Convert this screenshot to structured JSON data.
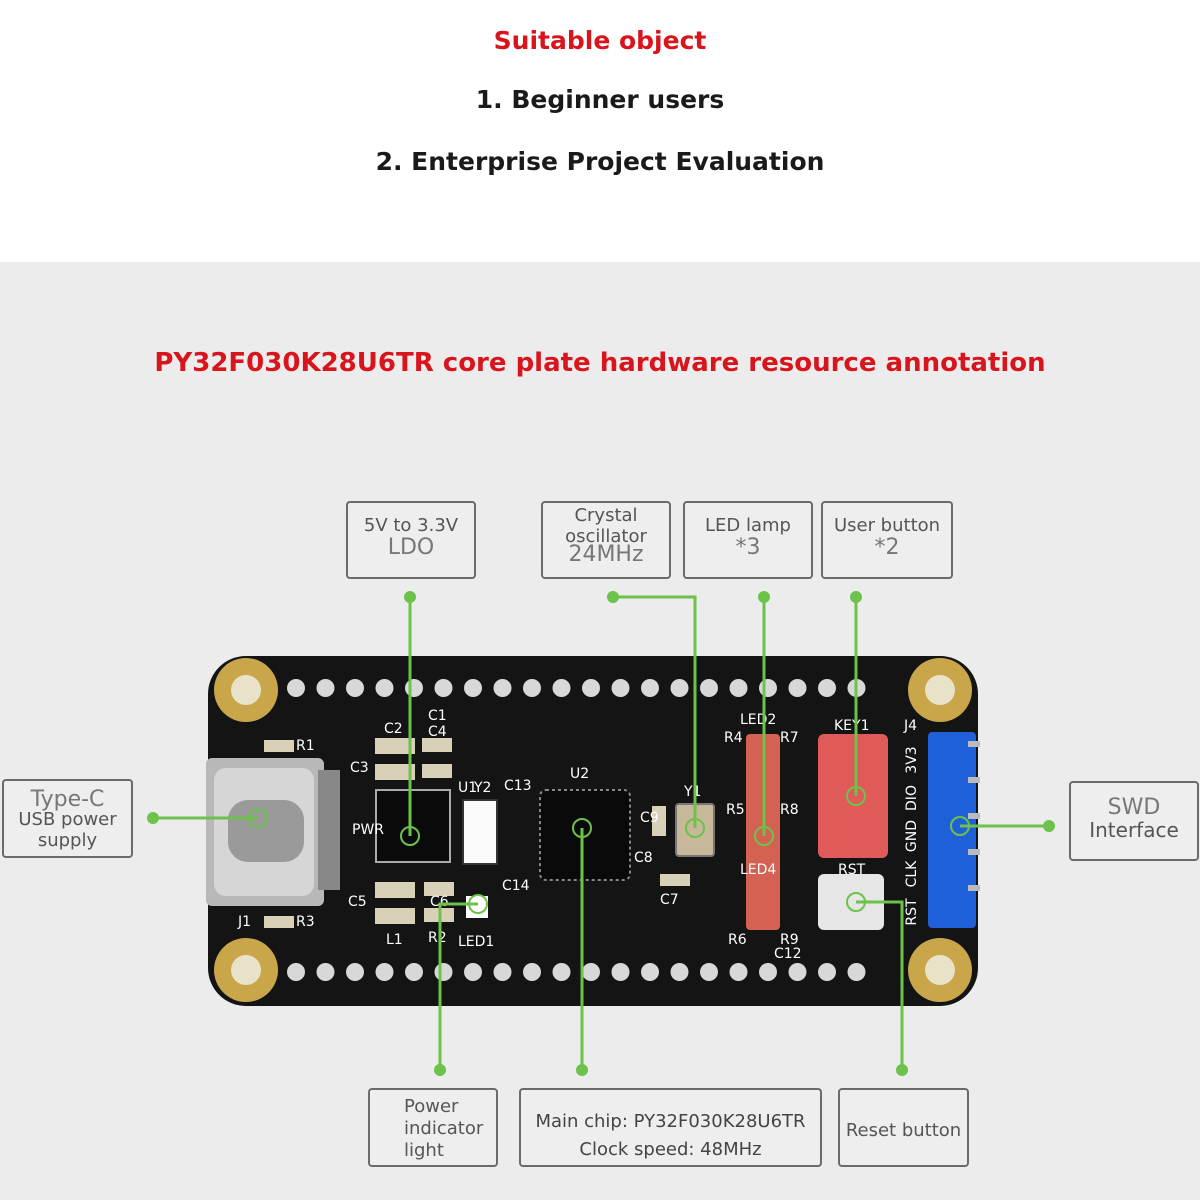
{
  "header": {
    "suitable": "Suitable object",
    "line1": "1. Beginner users",
    "line2": "2. Enterprise Project Evaluation"
  },
  "annotation_title": "PY32F030K28U6TR core plate hardware resource annotation",
  "callouts": {
    "ldo": {
      "line1": "5V to 3.3V",
      "line2": "LDO"
    },
    "crystal": {
      "line1": "Crystal",
      "line2": "oscillator",
      "line3": "24MHz"
    },
    "led_lamp": {
      "line1": "LED lamp",
      "line2": "*3"
    },
    "user_button": {
      "line1": "User button",
      "line2": "*2"
    },
    "typec": {
      "line1": "Type-C",
      "line2": "USB power",
      "line3": "supply"
    },
    "swd": {
      "line1": "SWD",
      "line2": "Interface"
    },
    "power_led": {
      "line1": "Power",
      "line2": "indicator",
      "line3": "light"
    },
    "main_chip": {
      "line1": "Main chip: PY32F030K28U6TR",
      "line2": "Clock speed: 48MHz"
    },
    "reset": {
      "line1": "Reset button"
    }
  },
  "silkscreen": {
    "r1": "R1",
    "c2": "C2",
    "c1": "C1",
    "c4": "C4",
    "c3": "C3",
    "u1": "U1",
    "pwr": "PWR",
    "y2": "Y2",
    "c13": "C13",
    "u2": "U2",
    "y1": "Y1",
    "c9": "C9",
    "c8": "C8",
    "c7": "C7",
    "c14": "C14",
    "c5": "C5",
    "c6": "C6",
    "r2": "R2",
    "led1": "LED1",
    "l1": "L1",
    "j1": "J1",
    "r3": "R3",
    "led2": "LED2",
    "r4": "R4",
    "r7": "R7",
    "r5": "R5",
    "r8": "R8",
    "led4": "LED4",
    "r6": "R6",
    "r9": "R9",
    "c12": "C12",
    "key1": "KEY1",
    "rst": "RST",
    "j4": "J4",
    "pins": [
      "3V3",
      "DIO",
      "GND",
      "CLK",
      "RST"
    ]
  },
  "colors": {
    "accent_red": "#d8141c",
    "callout_green": "#6cc24a",
    "board_black": "#141414",
    "header_blue": "#1f5fd8"
  }
}
